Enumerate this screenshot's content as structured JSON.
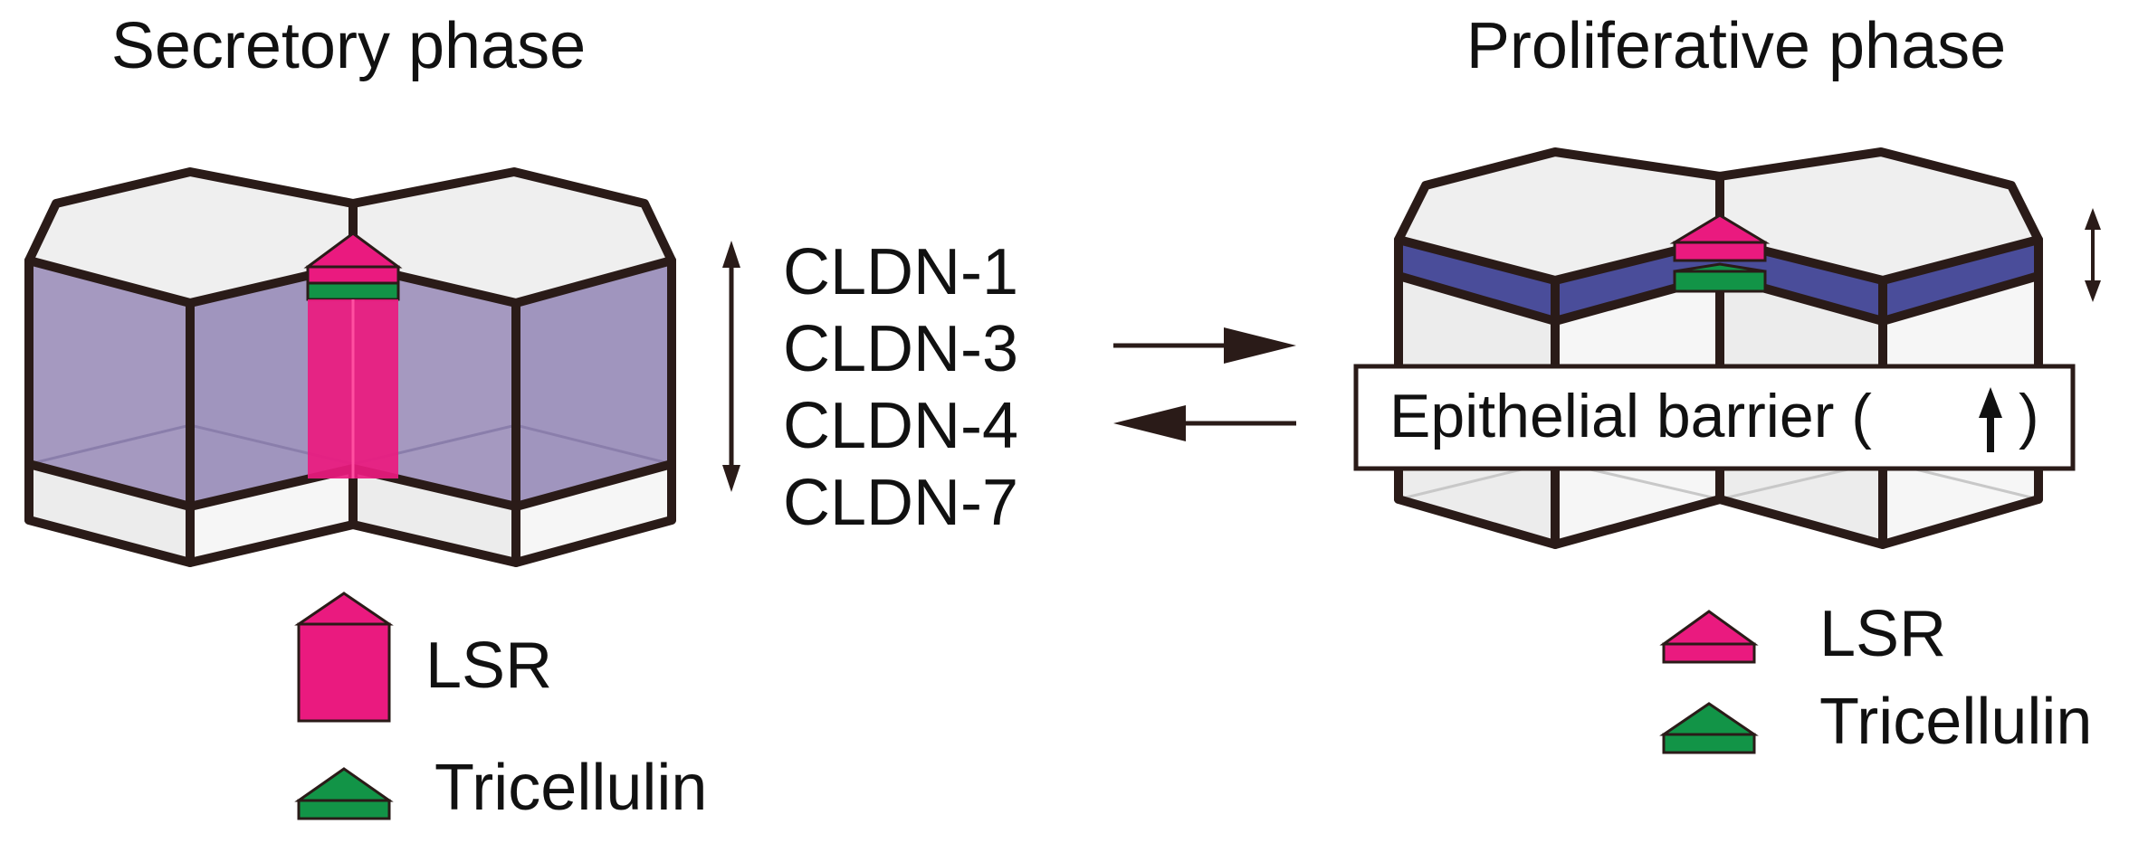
{
  "left_panel": {
    "title": "Secretory phase",
    "legend": {
      "lsr": "LSR",
      "tricellulin": "Tricellulin"
    }
  },
  "middle": {
    "claudins": [
      "CLDN-1",
      "CLDN-3",
      "CLDN-4",
      "CLDN-7"
    ]
  },
  "right_panel": {
    "title": "Proliferative phase",
    "barrier_label": "Epithelial barrier (",
    "barrier_close": ")",
    "legend": {
      "lsr": "LSR",
      "tricellulin": "Tricellulin"
    }
  },
  "colors": {
    "outline": "#2a1b18",
    "cell_top": "#efefef",
    "cell_side": "#e6e6e6",
    "tight_junction_secretory": "#a094bd",
    "tight_junction_proliferative": "#4a4d9a",
    "lsr": "#ea1a7f",
    "tricellulin": "#129447"
  }
}
